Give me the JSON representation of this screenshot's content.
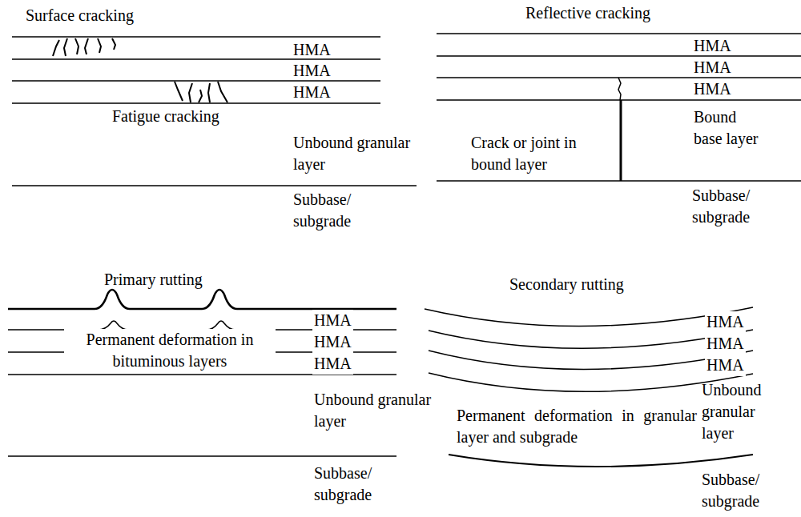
{
  "diagram": {
    "labels": [
      "Surface cracking",
      "HMA",
      "HMA",
      "HMA",
      "Fatigue cracking",
      "Unbound granular layer",
      "Subbase/ subgrade",
      "Reflective cracking",
      "HMA",
      "HMA",
      "HMA",
      "Crack or joint in bound layer",
      "Bound base layer",
      "Subbase/ subgrade",
      "Primary rutting",
      "HMA",
      "HMA",
      "HMA",
      "Permanent deformation in bituminous layers",
      "Unbound granular layer",
      "Subbase/ subgrade",
      "Secondary rutting",
      "HMA",
      "HMA",
      "HMA",
      "Permanent deformation in granular layer and subgrade",
      "Unbound granular layer",
      "Subbase/ subgrade"
    ]
  }
}
